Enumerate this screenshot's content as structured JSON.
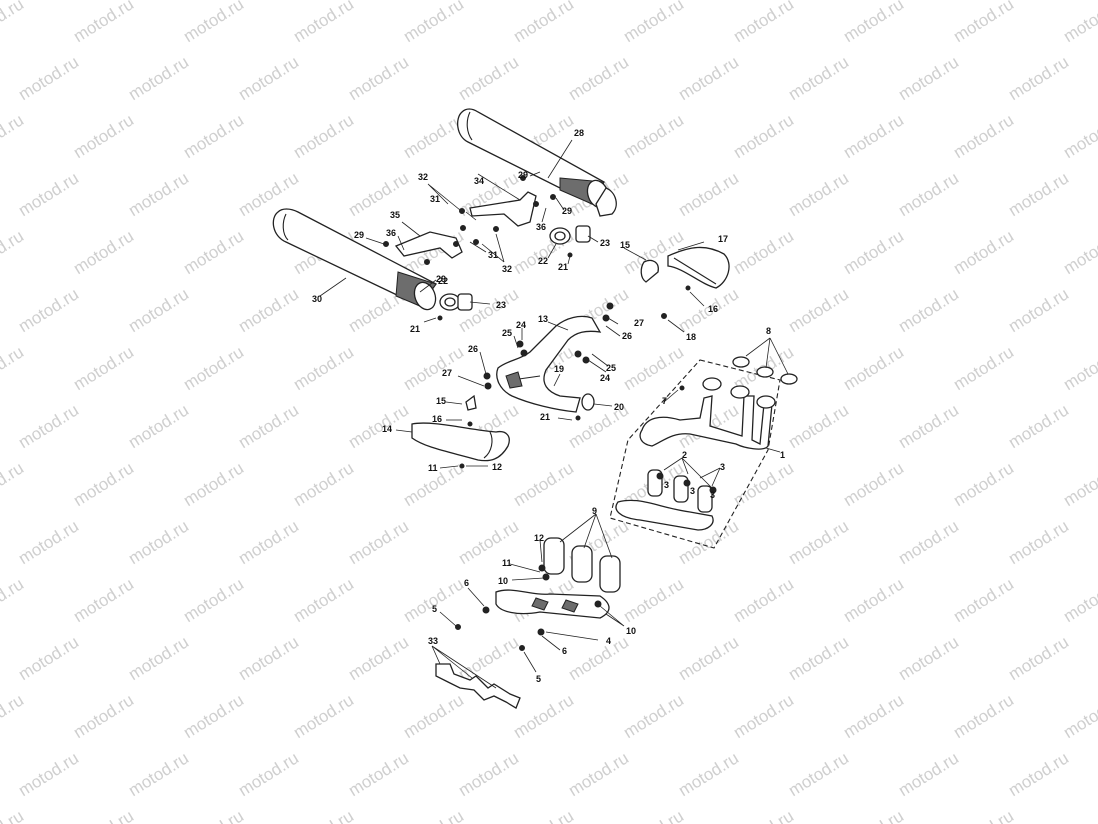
{
  "watermark": "motod.ru",
  "labels": {
    "n1": "1",
    "n2": "2",
    "n3a": "3",
    "n3b": "3",
    "n3c": "3",
    "n3d": "3",
    "n4": "4",
    "n5a": "5",
    "n5b": "5",
    "n6a": "6",
    "n6b": "6",
    "n7": "7",
    "n8": "8",
    "n9": "9",
    "n10a": "10",
    "n10b": "10",
    "n11a": "11",
    "n11b": "11",
    "n12a": "12",
    "n12b": "12",
    "n13": "13",
    "n14": "14",
    "n15a": "15",
    "n15b": "15",
    "n16a": "16",
    "n16b": "16",
    "n17": "17",
    "n18": "18",
    "n19": "19",
    "n20": "20",
    "n21a": "21",
    "n21b": "21",
    "n21c": "21",
    "n22a": "22",
    "n22b": "22",
    "n23a": "23",
    "n23b": "23",
    "n24a": "24",
    "n24b": "24",
    "n25a": "25",
    "n25b": "25",
    "n26a": "26",
    "n26b": "26",
    "n27a": "27",
    "n27b": "27",
    "n28": "28",
    "n29a": "29",
    "n29b": "29",
    "n29c": "29",
    "n29d": "29",
    "n30": "30",
    "n31a": "31",
    "n31b": "31",
    "n32a": "32",
    "n32b": "32",
    "n33": "33",
    "n34": "34",
    "n35": "35",
    "n36a": "36",
    "n36b": "36"
  }
}
